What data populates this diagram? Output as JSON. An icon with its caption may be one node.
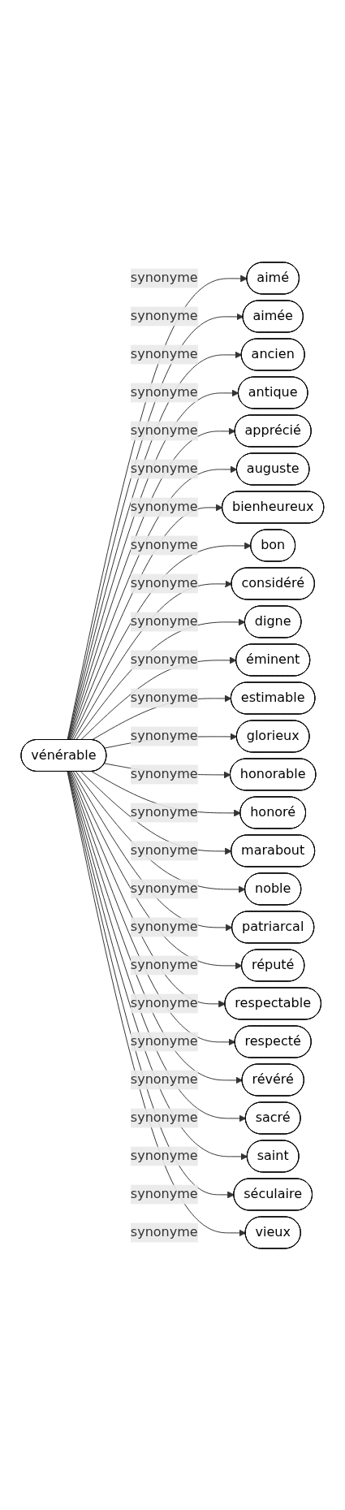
{
  "diagram": {
    "nodes": [
      {
        "text": [
          "vénérable"
        ]
      },
      {
        "text": [
          "aimé"
        ]
      },
      {
        "text": [
          "aimée"
        ]
      },
      {
        "text": [
          "ancien"
        ]
      },
      {
        "text": [
          "antique"
        ]
      },
      {
        "text": [
          "apprécié"
        ]
      },
      {
        "text": [
          "auguste"
        ]
      },
      {
        "text": [
          "bienheureux"
        ]
      },
      {
        "text": [
          "bon"
        ]
      },
      {
        "text": [
          "considéré"
        ]
      },
      {
        "text": [
          "digne"
        ]
      },
      {
        "text": [
          "éminent"
        ]
      },
      {
        "text": [
          "estimable"
        ]
      },
      {
        "text": [
          "glorieux"
        ]
      },
      {
        "text": [
          "honorable"
        ]
      },
      {
        "text": [
          "honoré"
        ]
      },
      {
        "text": [
          "marabout"
        ]
      },
      {
        "text": [
          "noble"
        ]
      },
      {
        "text": [
          "patriarcal"
        ]
      },
      {
        "text": [
          "réputé"
        ]
      },
      {
        "text": [
          "respectable"
        ]
      },
      {
        "text": [
          "respecté"
        ]
      },
      {
        "text": [
          "révéré"
        ]
      },
      {
        "text": [
          "sacré"
        ]
      },
      {
        "text": [
          "saint"
        ]
      },
      {
        "text": [
          "séculaire"
        ]
      },
      {
        "text": [
          "vieux"
        ]
      }
    ],
    "edges": [
      {
        "from": 0,
        "to": 1,
        "arrow": "to",
        "label": "synonyme"
      },
      {
        "from": 0,
        "to": 2,
        "arrow": "to",
        "label": "synonyme"
      },
      {
        "from": 0,
        "to": 3,
        "arrow": "to",
        "label": "synonyme"
      },
      {
        "from": 0,
        "to": 4,
        "arrow": "to",
        "label": "synonyme"
      },
      {
        "from": 0,
        "to": 5,
        "arrow": "to",
        "label": "synonyme"
      },
      {
        "from": 0,
        "to": 6,
        "arrow": "to",
        "label": "synonyme"
      },
      {
        "from": 0,
        "to": 7,
        "arrow": "to",
        "label": "synonyme"
      },
      {
        "from": 0,
        "to": 8,
        "arrow": "to",
        "label": "synonyme"
      },
      {
        "from": 0,
        "to": 9,
        "arrow": "to",
        "label": "synonyme"
      },
      {
        "from": 0,
        "to": 10,
        "arrow": "to",
        "label": "synonyme"
      },
      {
        "from": 0,
        "to": 11,
        "arrow": "to",
        "label": "synonyme"
      },
      {
        "from": 0,
        "to": 12,
        "arrow": "to",
        "label": "synonyme"
      },
      {
        "from": 0,
        "to": 13,
        "arrow": "to",
        "label": "synonyme"
      },
      {
        "from": 0,
        "to": 14,
        "arrow": "to",
        "label": "synonyme"
      },
      {
        "from": 0,
        "to": 15,
        "arrow": "to",
        "label": "synonyme"
      },
      {
        "from": 0,
        "to": 16,
        "arrow": "to",
        "label": "synonyme"
      },
      {
        "from": 0,
        "to": 17,
        "arrow": "to",
        "label": "synonyme"
      },
      {
        "from": 0,
        "to": 18,
        "arrow": "to",
        "label": "synonyme"
      },
      {
        "from": 0,
        "to": 19,
        "arrow": "to",
        "label": "synonyme"
      },
      {
        "from": 0,
        "to": 20,
        "arrow": "to",
        "label": "synonyme"
      },
      {
        "from": 0,
        "to": 21,
        "arrow": "to",
        "label": "synonyme"
      },
      {
        "from": 0,
        "to": 22,
        "arrow": "to",
        "label": "synonyme"
      },
      {
        "from": 0,
        "to": 23,
        "arrow": "to",
        "label": "synonyme"
      },
      {
        "from": 0,
        "to": 24,
        "arrow": "to",
        "label": "synonyme"
      },
      {
        "from": 0,
        "to": 25,
        "arrow": "to",
        "label": "synonyme"
      },
      {
        "from": 0,
        "to": 26,
        "arrow": "to",
        "label": "synonyme"
      }
    ]
  }
}
